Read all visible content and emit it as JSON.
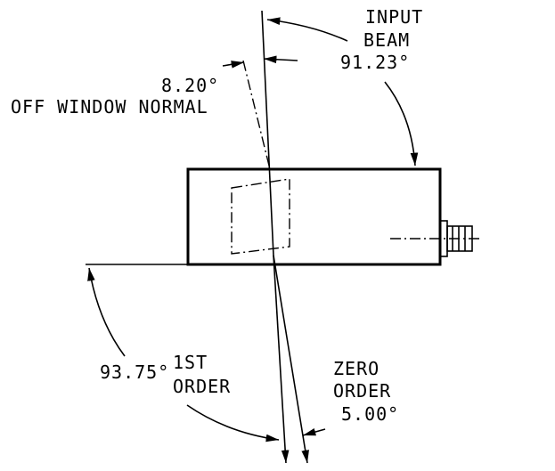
{
  "labels": {
    "input_beam_line1": "INPUT",
    "input_beam_line2": "BEAM",
    "input_angle": "91.23°",
    "off_normal_angle": "8.20°",
    "off_normal_text": "OFF WINDOW NORMAL",
    "first_order_angle": "93.75°",
    "first_order_line1": "1ST",
    "first_order_line2": "ORDER",
    "zero_order_line1": "ZERO",
    "zero_order_line2": "ORDER",
    "zero_order_angle": "5.00°"
  }
}
